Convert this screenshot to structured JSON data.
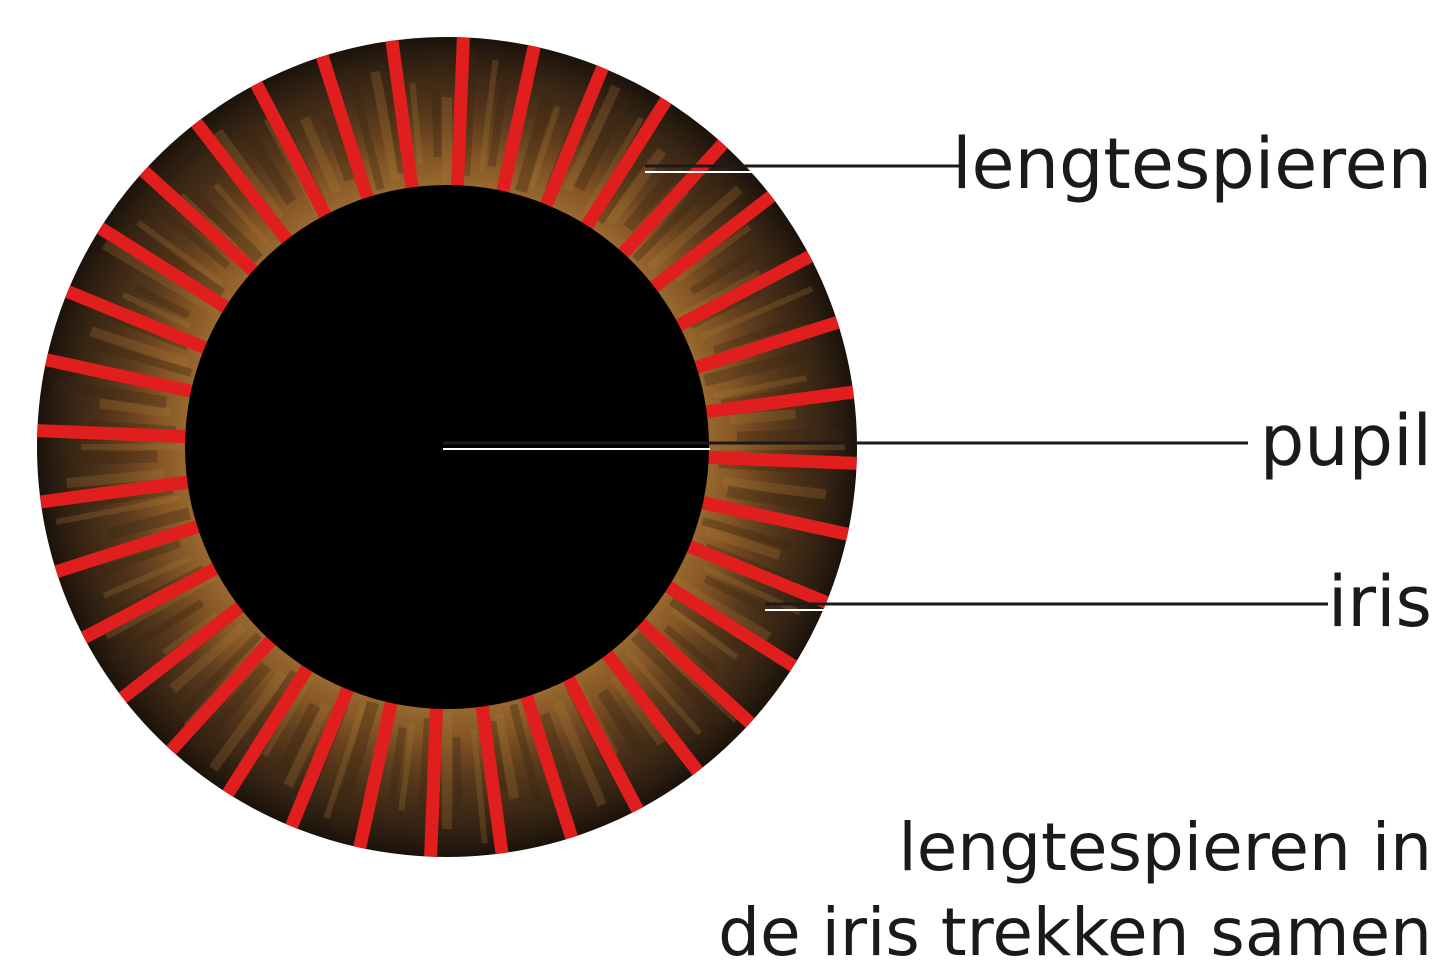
{
  "labels": {
    "lengtespieren": "lengtespieren",
    "pupil": "pupil",
    "iris": "iris"
  },
  "caption": {
    "line1": "lengtespieren in",
    "line2": "de iris trekken samen"
  },
  "colors": {
    "pupil": "#000000",
    "iris_light": "#8a5a26",
    "iris_mid": "#5c3a1b",
    "iris_dark": "#2a1c10",
    "muscle": "#e11e1e",
    "leader": "#1a1a1a",
    "text": "#1a1a1a"
  },
  "muscle_count": 36
}
